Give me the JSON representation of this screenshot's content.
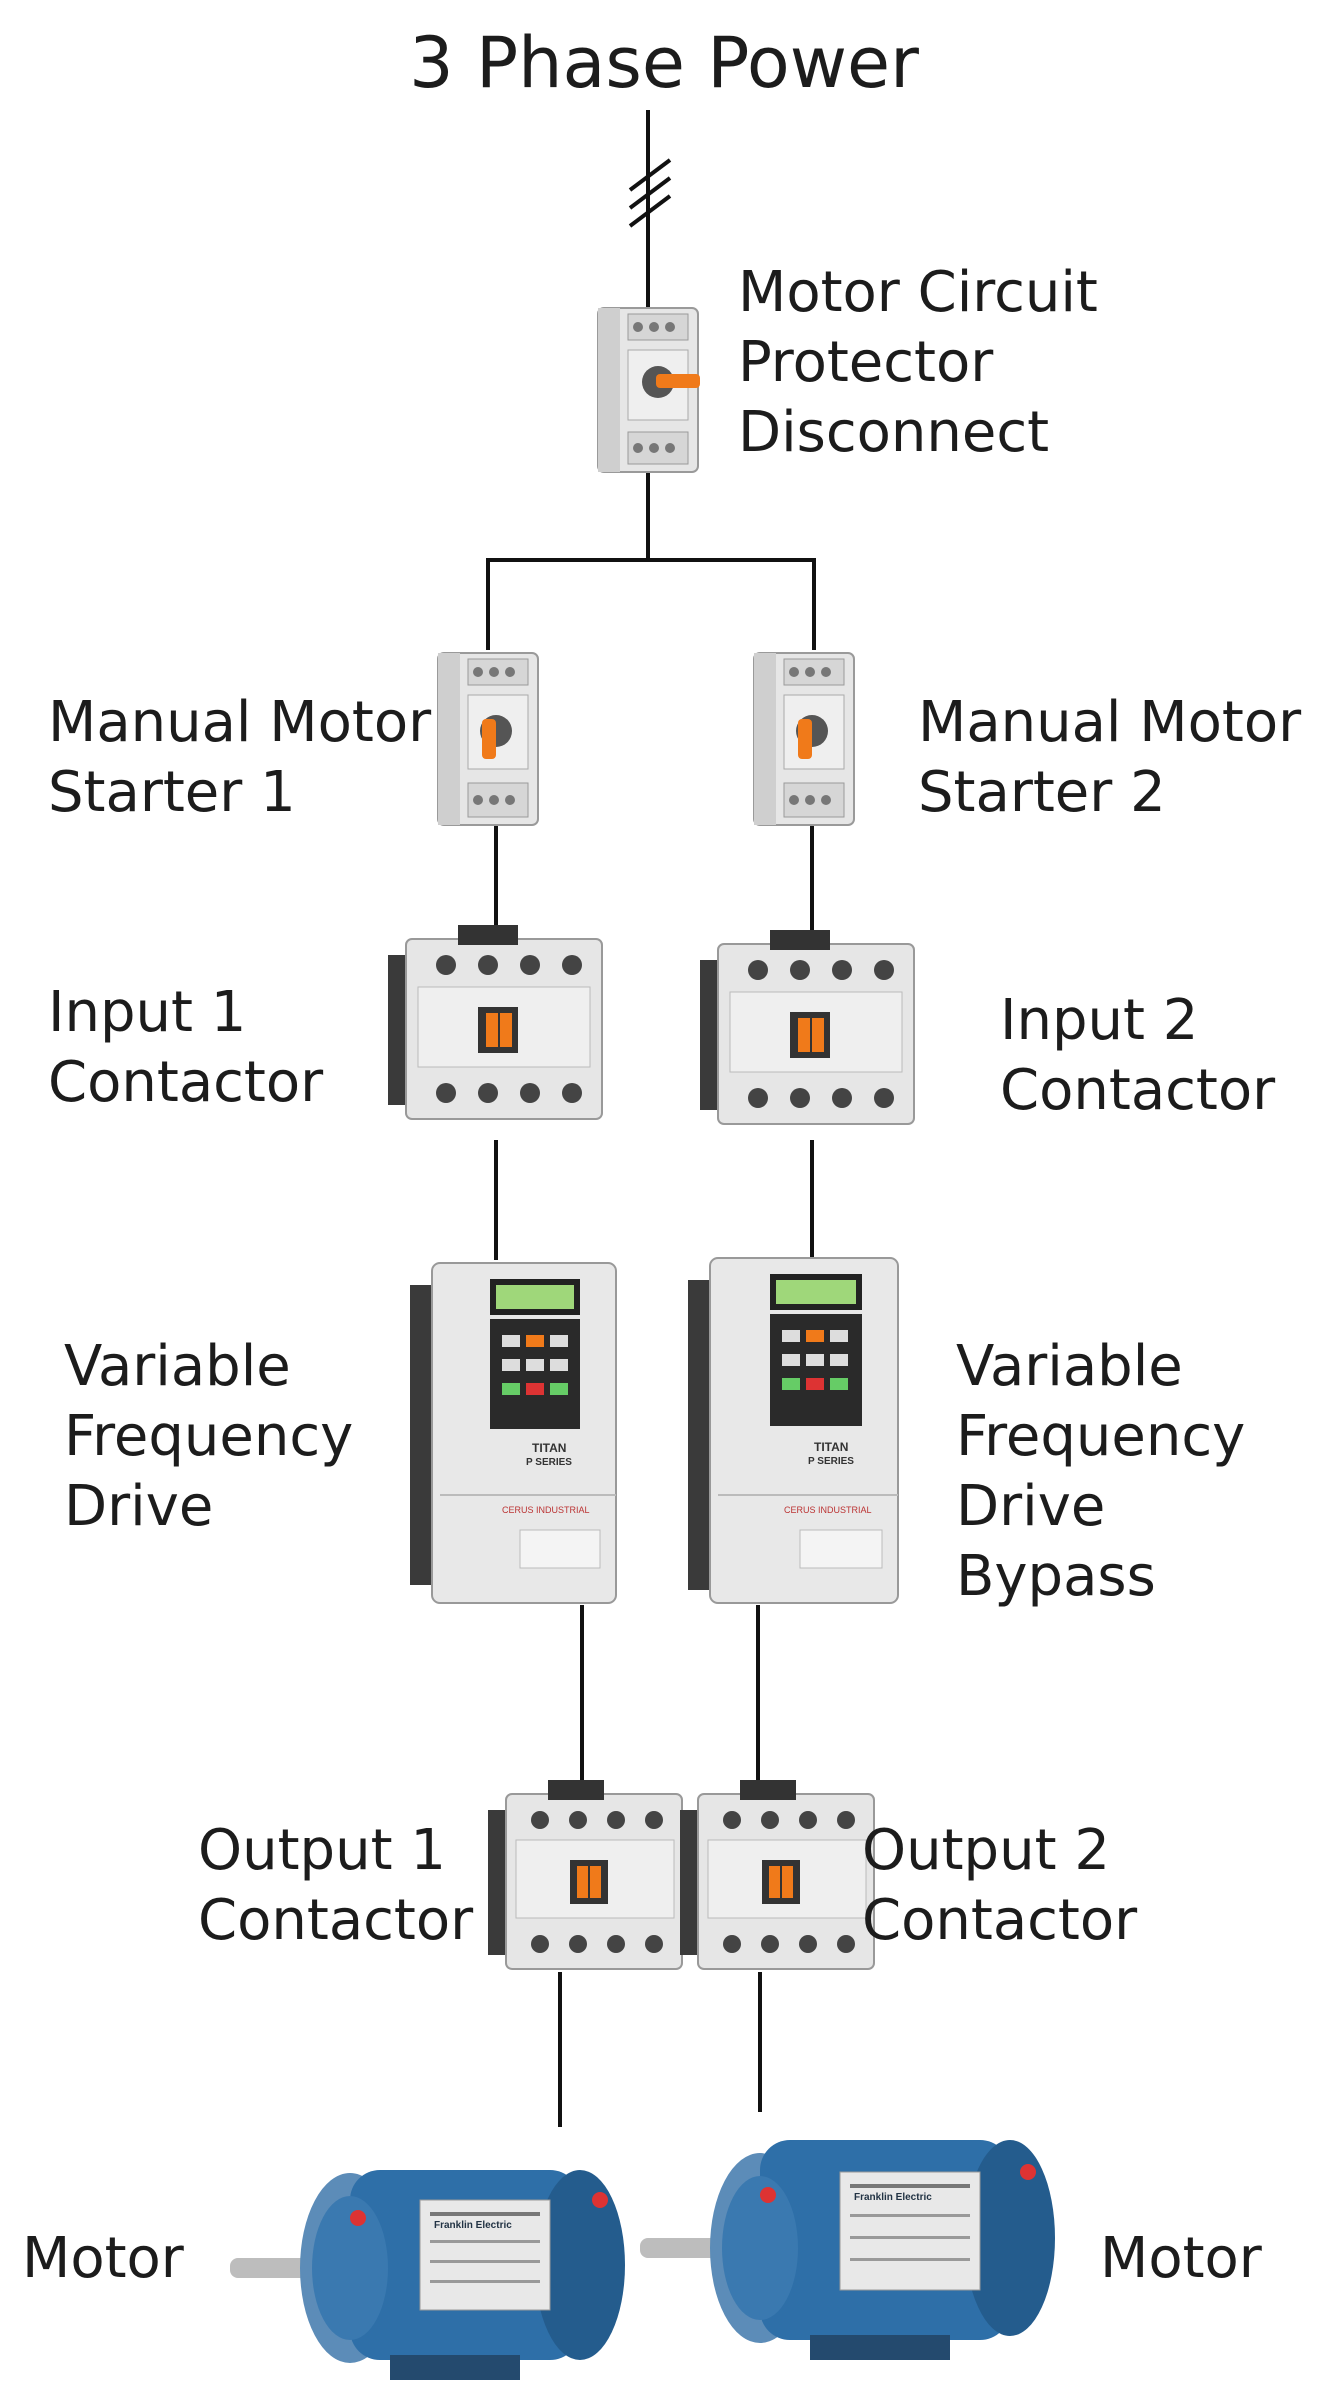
{
  "title": "3 Phase Power",
  "labels": {
    "mcp": [
      "Motor Circuit",
      "Protector",
      "Disconnect"
    ],
    "mms1": [
      "Manual Motor",
      "Starter 1"
    ],
    "mms2": [
      "Manual Motor",
      "Starter 2"
    ],
    "in1": [
      "Input 1",
      "Contactor"
    ],
    "in2": [
      "Input 2",
      "Contactor"
    ],
    "vfd": [
      "Variable",
      "Frequency",
      "Drive"
    ],
    "vfdb": [
      "Variable",
      "Frequency",
      "Drive",
      "Bypass"
    ],
    "out1": [
      "Output 1",
      "Contactor"
    ],
    "out2": [
      "Output 2",
      "Contactor"
    ],
    "motor_left": "Motor",
    "motor_right": "Motor"
  },
  "device_text": {
    "vfd_brand": "TITAN",
    "vfd_series": "P SERIES",
    "vfd_maker": "CERUS INDUSTRIAL",
    "motor_maker": "Franklin Electric"
  },
  "colors": {
    "line": "#111111",
    "device_body": "#e4e4e4",
    "contactor_button": "#f07a1a",
    "motor_blue": "#2e6fa8",
    "keypad_dark": "#2a2a2a",
    "lcd_green": "#9fd77a"
  }
}
